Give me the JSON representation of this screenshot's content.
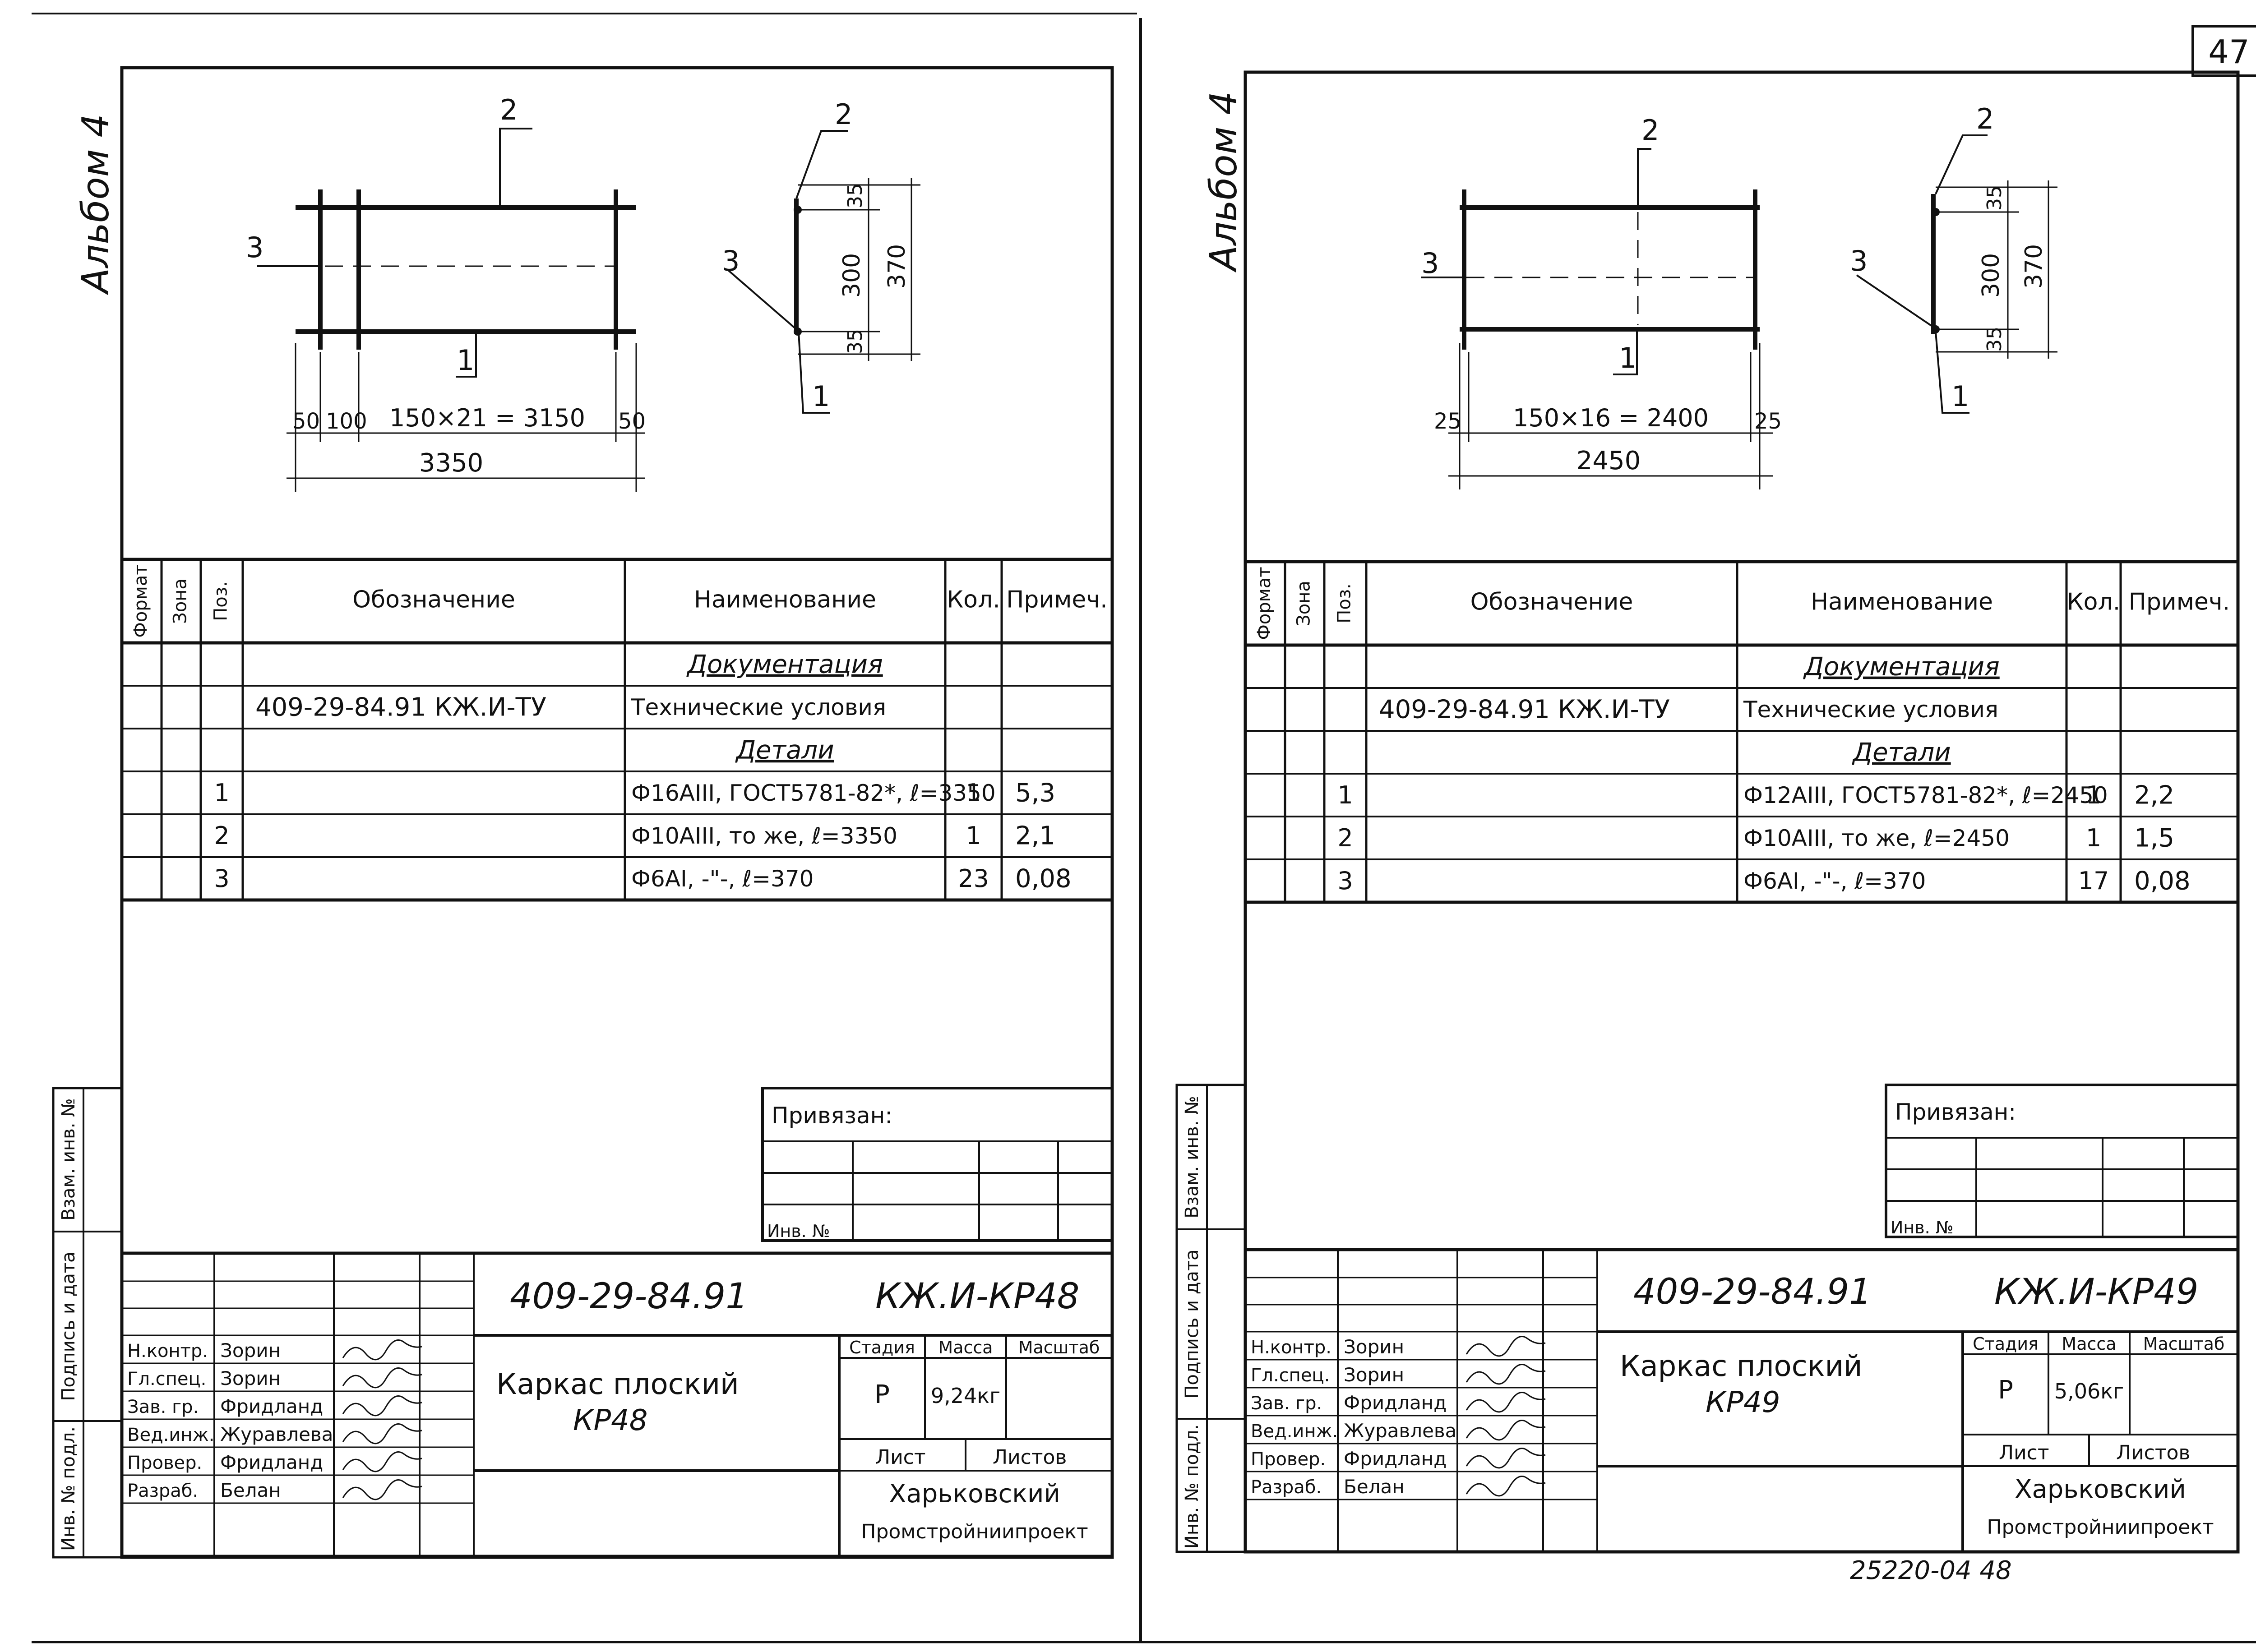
{
  "page_number": "47",
  "footer_code": "25220-04   48",
  "sheets": [
    {
      "album": "Альбом 4",
      "sketch": {
        "leader_top": "2",
        "leader_left": "3",
        "leader_bottom": "1",
        "dim_left_edge": "50",
        "dim_first_step": "100",
        "dim_span": "150×21 = 3150",
        "dim_right_edge": "50",
        "dim_total": "3350",
        "section_leader_top": "2",
        "section_leader_left": "3",
        "section_leader_bottom": "1",
        "section_top_cover": "35",
        "section_height": "300",
        "section_bottom_cover": "35",
        "section_total": "370"
      },
      "spec": {
        "headers": [
          "Формат",
          "Зона",
          "Поз.",
          "Обозначение",
          "Наименование",
          "Кол.",
          "Примеч."
        ],
        "rows": [
          {
            "format": "",
            "zone": "",
            "pos": "",
            "designation": "",
            "name": "Документация",
            "qty": "",
            "note": "",
            "section": true
          },
          {
            "format": "",
            "zone": "",
            "pos": "",
            "designation": "409-29-84.91  КЖ.И-ТУ",
            "name": "Технические условия",
            "qty": "",
            "note": ""
          },
          {
            "format": "",
            "zone": "",
            "pos": "",
            "designation": "",
            "name": "Детали",
            "qty": "",
            "note": "",
            "section": true
          },
          {
            "format": "",
            "zone": "",
            "pos": "1",
            "designation": "",
            "name": "Ф16АIII, ГОСТ5781-82*, ℓ=3350",
            "qty": "1",
            "note": "5,3"
          },
          {
            "format": "",
            "zone": "",
            "pos": "2",
            "designation": "",
            "name": "Ф10АIII, то же, ℓ=3350",
            "qty": "1",
            "note": "2,1"
          },
          {
            "format": "",
            "zone": "",
            "pos": "3",
            "designation": "",
            "name": "Ф6АI, -\"-, ℓ=370",
            "qty": "23",
            "note": "0,08"
          }
        ]
      },
      "binding": {
        "title": "Привязан:",
        "inv": "Инв. №"
      },
      "side_stamp": [
        "Инв. № подл.",
        "Подпись и дата",
        "Взам. инв. №"
      ],
      "title_block": {
        "doc_code": "409-29-84.91",
        "mark": "КЖ.И-КР48",
        "name_line1": "Каркас плоский",
        "name_line2": "КР48",
        "stage_label": "Стадия",
        "mass_label": "Масса",
        "scale_label": "Масштаб",
        "stage": "Р",
        "mass": "9,24кг",
        "scale": "",
        "sheet_label": "Лист",
        "sheets_label": "Листов",
        "org_line1": "Харьковский",
        "org_line2": "Промстройниипроект",
        "people": [
          {
            "role": "Н.контр.",
            "name": "Зорин"
          },
          {
            "role": "Гл.спец.",
            "name": "Зорин"
          },
          {
            "role": "Зав. гр.",
            "name": "Фридланд"
          },
          {
            "role": "Вед.инж.",
            "name": "Журавлева"
          },
          {
            "role": "Провер.",
            "name": "Фридланд"
          },
          {
            "role": "Разраб.",
            "name": "Белан"
          }
        ]
      }
    },
    {
      "album": "Альбом 4",
      "sketch": {
        "leader_top": "2",
        "leader_left": "3",
        "leader_bottom": "1",
        "dim_left_edge": "25",
        "dim_first_step": "",
        "dim_span": "150×16 = 2400",
        "dim_right_edge": "25",
        "dim_total": "2450",
        "section_leader_top": "2",
        "section_leader_left": "3",
        "section_leader_bottom": "1",
        "section_top_cover": "35",
        "section_height": "300",
        "section_bottom_cover": "35",
        "section_total": "370"
      },
      "spec": {
        "headers": [
          "Формат",
          "Зона",
          "Поз.",
          "Обозначение",
          "Наименование",
          "Кол.",
          "Примеч."
        ],
        "rows": [
          {
            "format": "",
            "zone": "",
            "pos": "",
            "designation": "",
            "name": "Документация",
            "qty": "",
            "note": "",
            "section": true
          },
          {
            "format": "",
            "zone": "",
            "pos": "",
            "designation": "409-29-84.91  КЖ.И-ТУ",
            "name": "Технические условия",
            "qty": "",
            "note": ""
          },
          {
            "format": "",
            "zone": "",
            "pos": "",
            "designation": "",
            "name": "Детали",
            "qty": "",
            "note": "",
            "section": true
          },
          {
            "format": "",
            "zone": "",
            "pos": "1",
            "designation": "",
            "name": "Ф12АIII, ГОСТ5781-82*, ℓ=2450",
            "qty": "1",
            "note": "2,2"
          },
          {
            "format": "",
            "zone": "",
            "pos": "2",
            "designation": "",
            "name": "Ф10АIII, то же, ℓ=2450",
            "qty": "1",
            "note": "1,5"
          },
          {
            "format": "",
            "zone": "",
            "pos": "3",
            "designation": "",
            "name": "Ф6АI, -\"-, ℓ=370",
            "qty": "17",
            "note": "0,08"
          }
        ]
      },
      "binding": {
        "title": "Привязан:",
        "inv": "Инв. №"
      },
      "side_stamp": [
        "Инв. № подл.",
        "Подпись и дата",
        "Взам. инв. №"
      ],
      "title_block": {
        "doc_code": "409-29-84.91",
        "mark": "КЖ.И-КР49",
        "name_line1": "Каркас плоский",
        "name_line2": "КР49",
        "stage_label": "Стадия",
        "mass_label": "Масса",
        "scale_label": "Масштаб",
        "stage": "Р",
        "mass": "5,06кг",
        "scale": "",
        "sheet_label": "Лист",
        "sheets_label": "Листов",
        "org_line1": "Харьковский",
        "org_line2": "Промстройниипроект",
        "people": [
          {
            "role": "Н.контр.",
            "name": "Зорин"
          },
          {
            "role": "Гл.спец.",
            "name": "Зорин"
          },
          {
            "role": "Зав. гр.",
            "name": "Фридланд"
          },
          {
            "role": "Вед.инж.",
            "name": "Журавлева"
          },
          {
            "role": "Провер.",
            "name": "Фридланд"
          },
          {
            "role": "Разраб.",
            "name": "Белан"
          }
        ]
      }
    }
  ]
}
